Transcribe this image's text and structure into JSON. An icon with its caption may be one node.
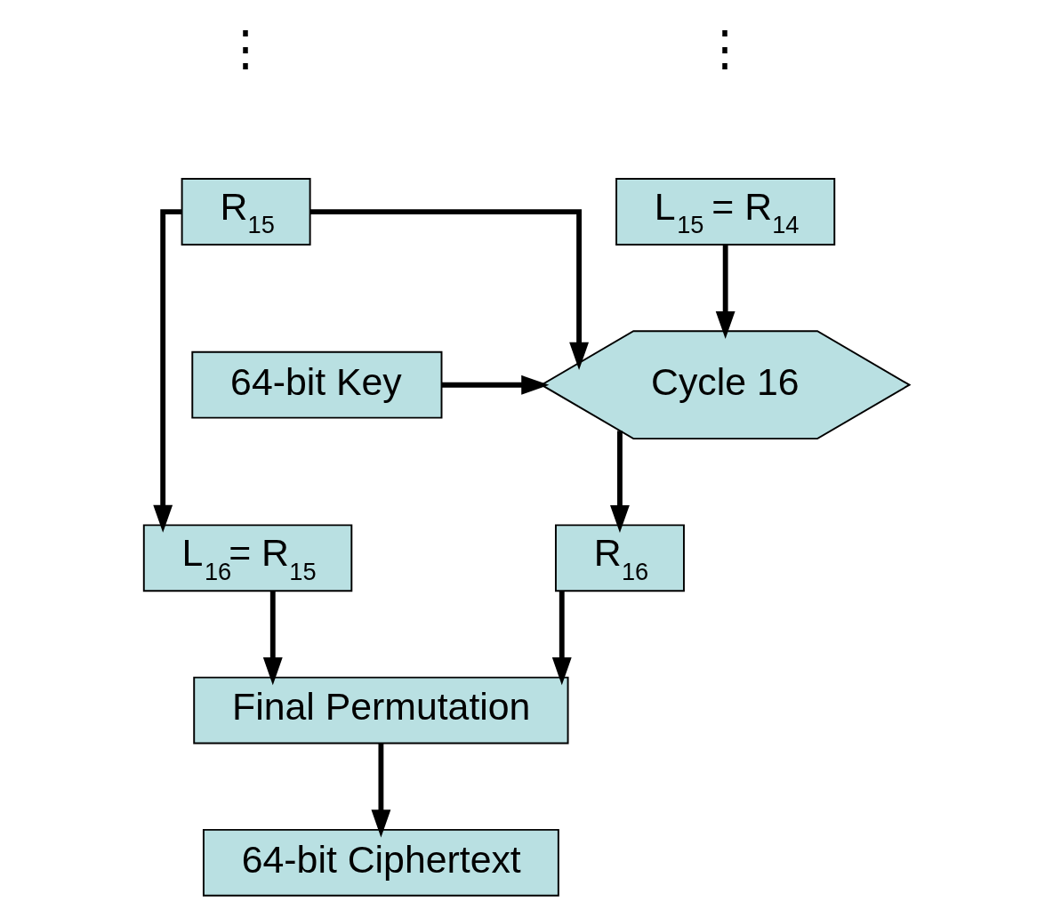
{
  "diagram": {
    "nodes": [
      {
        "text": [
          "L$_{15}$ = R$_{14}$"
        ]
      },
      {
        "text": [
          "R$_{15}$"
        ]
      },
      {
        "text": [
          "Cycle 16"
        ]
      },
      {
        "text": [
          "64-bit Key"
        ]
      },
      {
        "text": [
          "L$_{16}$= R$_{15}$"
        ]
      },
      {
        "text": [
          "R$_{16}$"
        ]
      },
      {
        "text": [
          "Final Permutation"
        ]
      },
      {
        "text": [
          "64-bit Ciphertext"
        ]
      }
    ],
    "edges": [
      {
        "from": 0,
        "to": 2,
        "arrow": "to"
      },
      {
        "from": 1,
        "to": 4,
        "arrow": "to"
      },
      {
        "from": 1,
        "to": 2,
        "arrow": "to"
      },
      {
        "from": 3,
        "to": 2,
        "arrow": "to"
      },
      {
        "from": 2,
        "to": 5,
        "arrow": "to"
      },
      {
        "from": 4,
        "to": 6,
        "arrow": "to"
      },
      {
        "from": 5,
        "to": 6,
        "arrow": "to"
      },
      {
        "from": 6,
        "to": 7,
        "arrow": "to"
      }
    ],
    "labels": [
      "⋮",
      "⋮"
    ]
  }
}
